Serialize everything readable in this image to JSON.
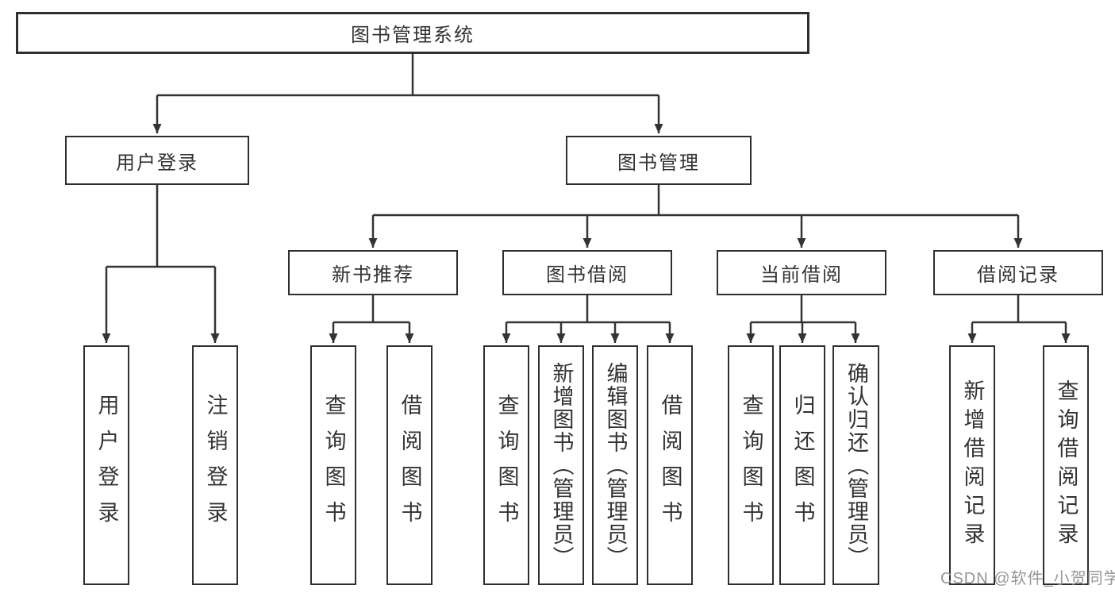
{
  "tree": {
    "root": "图书管理系统",
    "user_login": {
      "label": "用户登录",
      "children": [
        "用户登录",
        "注销登录"
      ]
    },
    "book_mgmt": {
      "label": "图书管理",
      "sections": [
        {
          "label": "新书推荐",
          "children": [
            "查询图书",
            "借阅图书"
          ]
        },
        {
          "label": "图书借阅",
          "children": [
            "查询图书",
            "新增图书（管理员）",
            "编辑图书（管理员）",
            "借阅图书"
          ]
        },
        {
          "label": "当前借阅",
          "children": [
            "查询图书",
            "归还图书",
            "确认归还（管理员）"
          ]
        },
        {
          "label": "借阅记录",
          "children": [
            "新增借阅记录",
            "查询借阅记录"
          ]
        }
      ]
    }
  },
  "watermark": "CSDN @软件_小贺同学",
  "colors": {
    "line": "#333333",
    "text": "#333333",
    "border": "#2f2f2f",
    "watermark": "#919191",
    "background": "#ffffff"
  }
}
